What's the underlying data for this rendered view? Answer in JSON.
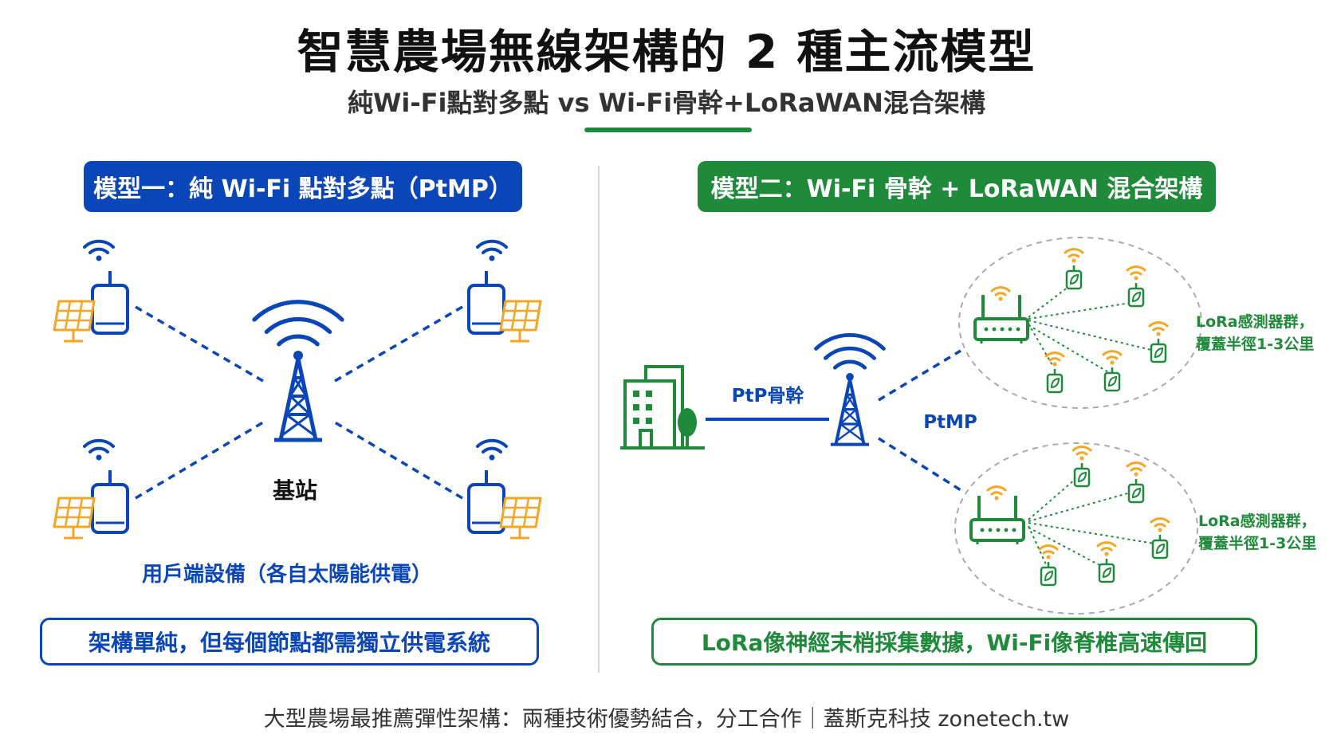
{
  "header": {
    "title": "智慧農場無線架構的 2 種主流模型",
    "subtitle": "純Wi-Fi點對多點 vs Wi-Fi骨幹+LoRaWAN混合架構"
  },
  "model1": {
    "heading": "模型一：純 Wi-Fi 點對多點（PtMP）",
    "base_station_label": "基站",
    "client_label": "用戶端設備（各自太陽能供電）",
    "summary": "架構單純，但每個節點都需獨立供電系統"
  },
  "model2": {
    "heading": "模型二：Wi-Fi 骨幹 + LoRaWAN 混合架構",
    "ptp_label": "PtP骨幹",
    "ptmp_label": "PtMP",
    "sensor_group_top": [
      "LoRa感測器群，",
      "覆蓋半徑1-3公里"
    ],
    "sensor_group_bottom": [
      "LoRa感測器群，",
      "覆蓋半徑1-3公里"
    ],
    "summary": "LoRa像神經末梢採集數據，Wi-Fi像脊椎高速傳回"
  },
  "footer": "大型農場最推薦彈性架構：兩種技術優勢結合，分工合作｜蓋斯克科技 zonetech.tw",
  "colors": {
    "blue": "#0a46b8",
    "green": "#1f8a3a",
    "solar_orange": "#f5a623",
    "sensor_orange": "#f5a623"
  },
  "icons": [
    "wifi-icon",
    "tower-icon",
    "solar-panel-icon",
    "client-device-icon",
    "building-icon",
    "tree-icon",
    "lora-gateway-icon",
    "leaf-sensor-icon"
  ]
}
